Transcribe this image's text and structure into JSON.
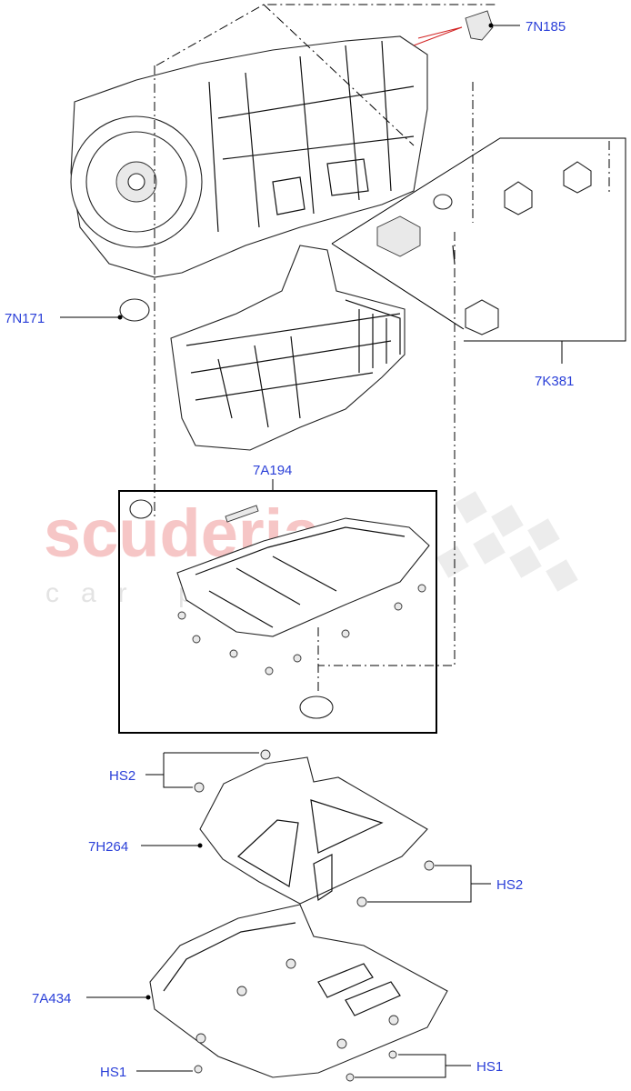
{
  "watermark": {
    "main": "scuderia",
    "sub": "car parts"
  },
  "labels": {
    "7N185": "7N185",
    "7N171": "7N171",
    "7K381": "7K381",
    "7A194": "7A194",
    "HS2_top": "HS2",
    "7H264": "7H264",
    "HS2_right": "HS2",
    "7A434": "7A434",
    "HS1_left": "HS1",
    "HS1_right": "HS1"
  },
  "colors": {
    "label": "#2a3fd8",
    "watermark": "#f6c6c6",
    "leader_accent": "#d22222"
  }
}
